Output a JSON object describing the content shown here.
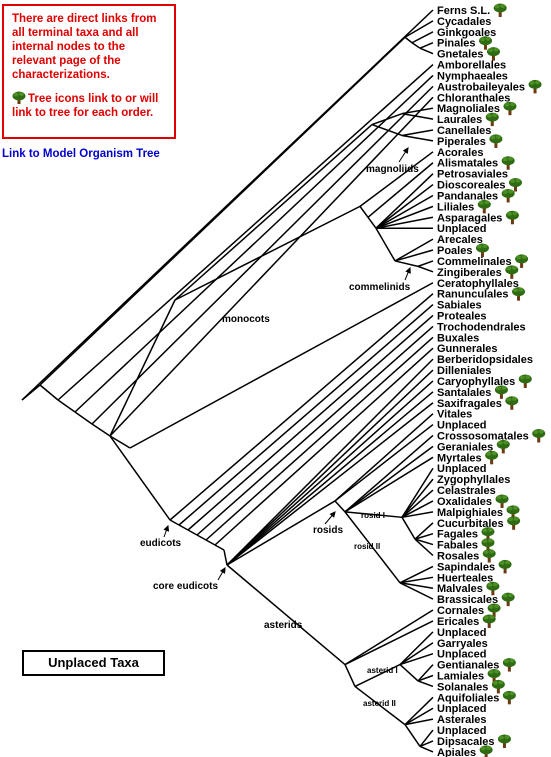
{
  "info_box": {
    "line1": "There are direct links from all terminal taxa and all internal nodes to the relevant page of the characterizations.",
    "line2": "Tree icons link to or will link to tree for each order."
  },
  "model_link": "Link to Model Organism Tree",
  "unplaced_taxa_button": "Unplaced Taxa",
  "clade_labels": {
    "magnoliids": "magnoliids",
    "commelinids": "commelinids",
    "monocots": "monocots",
    "eudicots": "eudicots",
    "core_eudicots": "core eudicots",
    "rosids": "rosids",
    "rosid_I": "rosid I",
    "rosid_II": "rosid II",
    "asterids": "asterids",
    "asterid_I": "asterid I",
    "asterid_II": "asterid II"
  },
  "taxa": [
    {
      "name": "Ferns S.L.",
      "icon": true
    },
    {
      "name": "Cycadales",
      "icon": false
    },
    {
      "name": "Ginkgoales",
      "icon": false
    },
    {
      "name": "Pinales",
      "icon": true
    },
    {
      "name": "Gnetales",
      "icon": true
    },
    {
      "name": "Amborellales",
      "icon": false
    },
    {
      "name": "Nymphaeales",
      "icon": false
    },
    {
      "name": "Austrobaileyales",
      "icon": true
    },
    {
      "name": "Chloranthales",
      "icon": false
    },
    {
      "name": "Magnoliales",
      "icon": true
    },
    {
      "name": "Laurales",
      "icon": true
    },
    {
      "name": "Canellales",
      "icon": false
    },
    {
      "name": "Piperales",
      "icon": true
    },
    {
      "name": "Acorales",
      "icon": false
    },
    {
      "name": "Alismatales",
      "icon": true
    },
    {
      "name": "Petrosaviales",
      "icon": false
    },
    {
      "name": "Dioscoreales",
      "icon": true
    },
    {
      "name": "Pandanales",
      "icon": true
    },
    {
      "name": "Liliales",
      "icon": true
    },
    {
      "name": "Asparagales",
      "icon": true
    },
    {
      "name": "Unplaced",
      "icon": false
    },
    {
      "name": "Arecales",
      "icon": false
    },
    {
      "name": "Poales",
      "icon": true
    },
    {
      "name": "Commelinales",
      "icon": true
    },
    {
      "name": "Zingiberales",
      "icon": true
    },
    {
      "name": "Ceratophyllales",
      "icon": false
    },
    {
      "name": "Ranunculales",
      "icon": true
    },
    {
      "name": "Sabiales",
      "icon": false
    },
    {
      "name": "Proteales",
      "icon": false
    },
    {
      "name": "Trochodendrales",
      "icon": false
    },
    {
      "name": "Buxales",
      "icon": false
    },
    {
      "name": "Gunnerales",
      "icon": false
    },
    {
      "name": "Berberidopsidales",
      "icon": false
    },
    {
      "name": "Dilleniales",
      "icon": false
    },
    {
      "name": "Caryophyllales",
      "icon": true
    },
    {
      "name": "Santalales",
      "icon": true
    },
    {
      "name": "Saxifragales",
      "icon": true
    },
    {
      "name": "Vitales",
      "icon": false
    },
    {
      "name": "Unplaced",
      "icon": false
    },
    {
      "name": "Crossosomatales",
      "icon": true
    },
    {
      "name": "Geraniales",
      "icon": true
    },
    {
      "name": "Myrtales",
      "icon": true
    },
    {
      "name": "Unplaced",
      "icon": false
    },
    {
      "name": "Zygophyllales",
      "icon": false
    },
    {
      "name": "Celastrales",
      "icon": false
    },
    {
      "name": "Oxalidales",
      "icon": true
    },
    {
      "name": "Malpighiales",
      "icon": true
    },
    {
      "name": "Cucurbitales",
      "icon": true
    },
    {
      "name": "Fagales",
      "icon": true
    },
    {
      "name": "Fabales",
      "icon": true
    },
    {
      "name": "Rosales",
      "icon": true
    },
    {
      "name": "Sapindales",
      "icon": true
    },
    {
      "name": "Huerteales",
      "icon": false
    },
    {
      "name": "Malvales",
      "icon": true
    },
    {
      "name": "Brassicales",
      "icon": true
    },
    {
      "name": "Cornales",
      "icon": true
    },
    {
      "name": "Ericales",
      "icon": true
    },
    {
      "name": "Unplaced",
      "icon": false
    },
    {
      "name": "Garryales",
      "icon": false
    },
    {
      "name": "Unplaced",
      "icon": false
    },
    {
      "name": "Gentianales",
      "icon": true
    },
    {
      "name": "Lamiales",
      "icon": true
    },
    {
      "name": "Solanales",
      "icon": true
    },
    {
      "name": "Aquifoliales",
      "icon": true
    },
    {
      "name": "Unplaced",
      "icon": false
    },
    {
      "name": "Asterales",
      "icon": false
    },
    {
      "name": "Unplaced",
      "icon": false
    },
    {
      "name": "Dipsacales",
      "icon": true
    },
    {
      "name": "Apiales",
      "icon": true
    }
  ],
  "colors": {
    "info_text": "#e00000",
    "link": "#0000cc",
    "tree_canopy": "#2e6b12",
    "tree_trunk": "#6b3a12"
  }
}
